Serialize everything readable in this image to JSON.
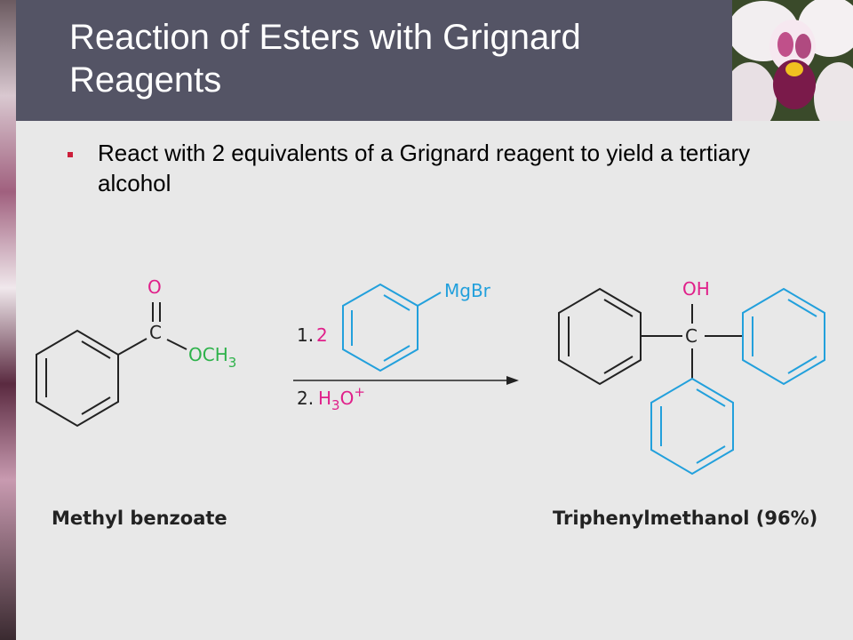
{
  "slide": {
    "title": "Reaction of Esters with Grignard Reagents",
    "bullet": "React with 2 equivalents of a Grignard reagent to yield a tertiary alcohol"
  },
  "scheme": {
    "reactant": {
      "name": "Methyl benzoate",
      "carbonyl_o": "O",
      "carbon": "C",
      "ester_group": "OCH",
      "ester_sub": "3"
    },
    "reagents": {
      "step1_prefix": "1.",
      "step1_equiv": "2",
      "step1_group": "MgBr",
      "step2_prefix": "2.",
      "step2_h": "H",
      "step2_sub": "3",
      "step2_o": "O",
      "step2_sup": "+"
    },
    "product": {
      "name": "Triphenylmethanol (96%)",
      "oh": "OH",
      "carbon": "C"
    }
  },
  "colors": {
    "title_bar": "#545465",
    "green": "#2db24a",
    "magenta": "#e0208a",
    "cyan": "#22a0dc",
    "bullet": "#cc1f3a"
  }
}
